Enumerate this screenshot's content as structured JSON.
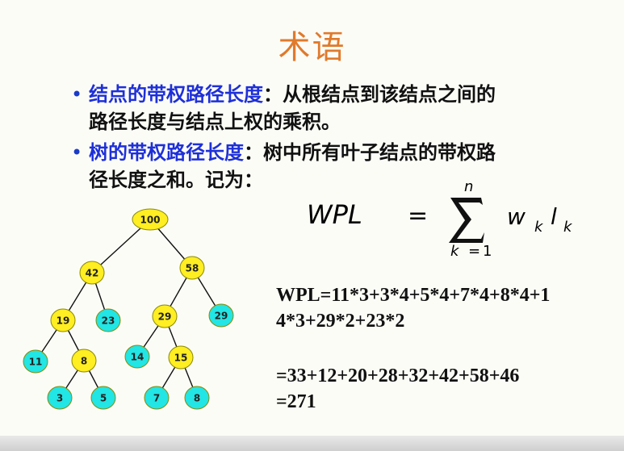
{
  "slide": {
    "title": "术语",
    "bullets": [
      {
        "term": "结点的带权路径长度",
        "line1_rest": "：从根结点到该结点之间的",
        "line2": "路径长度与结点上权的乘积。"
      },
      {
        "term": "树的带权路径长度",
        "line1_rest": "：树中所有叶子结点的带权路",
        "line2": "径长度之和。记为："
      }
    ],
    "bullet_symbol": "•",
    "formula": {
      "lhs": "WPL",
      "eq": "=",
      "upper": "n",
      "lower_var": "k",
      "lower_eq": "=",
      "lower_val": "1",
      "w": "w",
      "l": "l",
      "sub": "k"
    },
    "calculation": {
      "line1": "WPL=11*3+3*4+5*4+7*4+8*4+1",
      "line2": "4*3+29*2+23*2",
      "line3": "=33+12+20+28+32+42+58+46",
      "line4": "=271"
    }
  },
  "colors": {
    "title": "#e07a2c",
    "term": "#1e30d8",
    "internal_node": "#ffee22",
    "leaf_node": "#22e5e5",
    "node_border": "#8a8a00"
  },
  "tree": {
    "nodes": [
      {
        "id": "n100",
        "label": "100",
        "type": "internal"
      },
      {
        "id": "n42",
        "label": "42",
        "type": "internal"
      },
      {
        "id": "n58",
        "label": "58",
        "type": "internal"
      },
      {
        "id": "n19",
        "label": "19",
        "type": "internal"
      },
      {
        "id": "n23",
        "label": "23",
        "type": "leaf"
      },
      {
        "id": "n29a",
        "label": "29",
        "type": "internal"
      },
      {
        "id": "n29b",
        "label": "29",
        "type": "leaf"
      },
      {
        "id": "n11",
        "label": "11",
        "type": "leaf"
      },
      {
        "id": "n8a",
        "label": "8",
        "type": "internal"
      },
      {
        "id": "n14",
        "label": "14",
        "type": "leaf"
      },
      {
        "id": "n15",
        "label": "15",
        "type": "internal"
      },
      {
        "id": "n3",
        "label": "3",
        "type": "leaf"
      },
      {
        "id": "n5",
        "label": "5",
        "type": "leaf"
      },
      {
        "id": "n7",
        "label": "7",
        "type": "leaf"
      },
      {
        "id": "n8b",
        "label": "8",
        "type": "leaf"
      }
    ],
    "edges": [
      [
        "n100",
        "n42"
      ],
      [
        "n100",
        "n58"
      ],
      [
        "n42",
        "n19"
      ],
      [
        "n42",
        "n23"
      ],
      [
        "n58",
        "n29a"
      ],
      [
        "n58",
        "n29b"
      ],
      [
        "n19",
        "n11"
      ],
      [
        "n19",
        "n8a"
      ],
      [
        "n29a",
        "n14"
      ],
      [
        "n29a",
        "n15"
      ],
      [
        "n8a",
        "n3"
      ],
      [
        "n8a",
        "n5"
      ],
      [
        "n15",
        "n7"
      ],
      [
        "n15",
        "n8b"
      ]
    ]
  }
}
